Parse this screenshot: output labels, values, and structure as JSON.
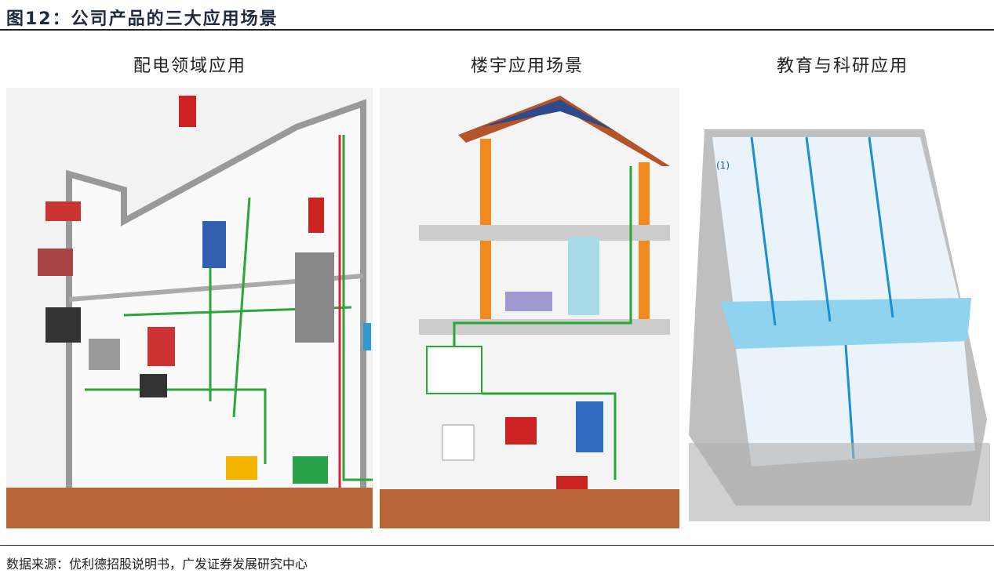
{
  "figure": {
    "title": "图12：公司产品的三大应用场景",
    "source": "数据来源：优利德招股说明书，广发证券发展研究中心"
  },
  "panels": [
    {
      "heading": "配电领域应用"
    },
    {
      "heading": "楼宇应用场景"
    },
    {
      "heading": "教育与科研应用"
    }
  ],
  "colors": {
    "title": "#1e2a44",
    "roof": "#b5532a",
    "pillar": "#f08a1c",
    "ground": "#b8653a",
    "wire_green": "#2aa63a",
    "floor_blue": "#8fd3ee"
  }
}
